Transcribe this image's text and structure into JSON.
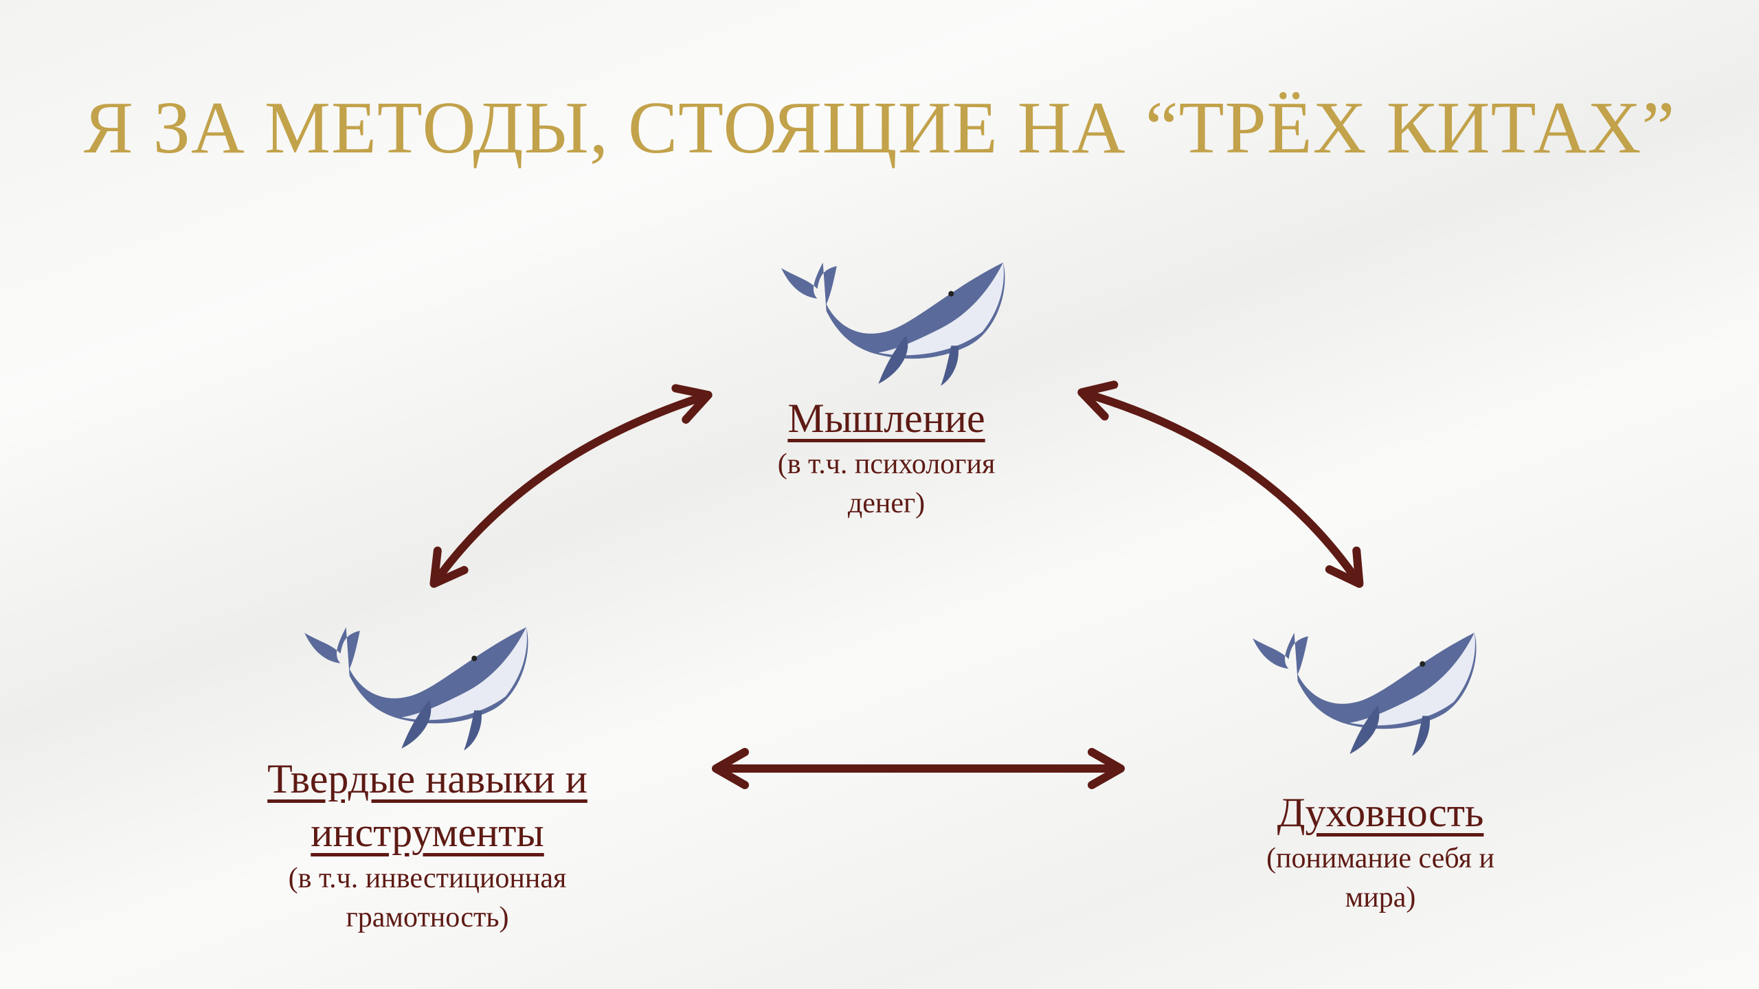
{
  "title": "Я ЗА МЕТОДЫ, СТОЯЩИЕ НА “ТРЁХ КИТАХ”",
  "colors": {
    "title": "#c2a24a",
    "text": "#5e1a14",
    "arrow": "#5e1a14",
    "whale": "#5a6a9a"
  },
  "nodes": {
    "top": {
      "heading": "Мышление",
      "sub1": "(в т.ч. психология",
      "sub2": "денег)"
    },
    "left": {
      "heading1": "Твердые навыки и",
      "heading2": "инструменты",
      "sub1": "(в т.ч. инвестиционная",
      "sub2": "грамотность)"
    },
    "right": {
      "heading": "Духовность",
      "sub1": "(понимание себя и",
      "sub2": "мира)"
    }
  }
}
